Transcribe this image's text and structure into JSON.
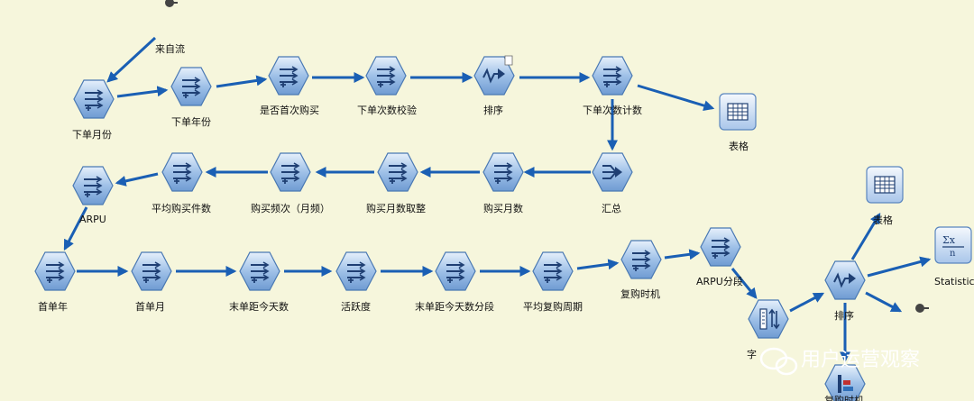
{
  "nodes": {
    "n1": "下单月份",
    "n2": "下单年份",
    "n3": "是否首次购买",
    "n4": "下单次数校验",
    "n5": "排序",
    "n6": "下单次数计数",
    "n7": "表格",
    "n8": "汇总",
    "n9": "购买月数",
    "n10": "购买月数取整",
    "n11": "购买频次（月频）",
    "n12": "平均购买件数",
    "n13": "ARPU",
    "n14": "首单年",
    "n15": "首单月",
    "n16": "末单距今天数",
    "n17": "活跃度",
    "n18": "末单距今天数分段",
    "n19": "平均复购周期",
    "n20": "复购时机",
    "n21": "ARPU分段",
    "n22": "字",
    "n23": "排序",
    "n24": "表格",
    "n25": "Statistics",
    "n26": "复购时机"
  },
  "source_label": "来自流",
  "watermark": "用户运营观察",
  "colors": {
    "background": "#f6f6dc",
    "arrow": "#1a5fb4",
    "node": "#7aa7d8"
  }
}
